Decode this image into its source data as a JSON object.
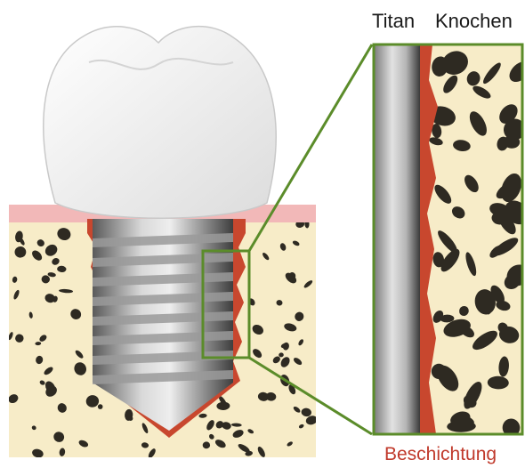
{
  "labels": {
    "titan": "Titan",
    "bone": "Knochen",
    "coating": "Beschichtung"
  },
  "colors": {
    "label_text": "#1a1a1a",
    "coating_label": "#c0392b",
    "coating_layer": "#c8472e",
    "gum": "#f2b8b8",
    "bone_fill": "#f7ecc8",
    "bone_pore": "#2e2a22",
    "titanium_light": "#d9d9d9",
    "titanium_dark": "#4a4a4a",
    "zoom_frame": "#5b8c2a",
    "crown": "#f4f4f4"
  },
  "icons": {
    "crown": "tooth-crown-icon",
    "implant": "implant-screw-icon"
  }
}
